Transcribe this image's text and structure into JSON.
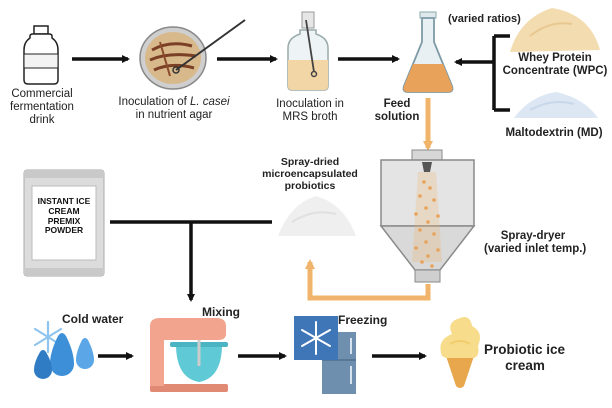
{
  "labels": {
    "drink_l1": "Commercial",
    "drink_l2": "fermentation",
    "drink_l3": "drink",
    "inoc_agar_l1_a": "Inoculation of ",
    "inoc_agar_l1_b": "L. casei",
    "inoc_agar_l2": "in nutrient agar",
    "inoc_mrs_l1": "Inoculation in",
    "inoc_mrs_l2": "MRS broth",
    "feed_l1": "Feed",
    "feed_l2": "solution",
    "varied_ratios": "(varied ratios)",
    "wpc_l1": "Whey Protein",
    "wpc_l2": "Concentrate (WPC)",
    "md": "Maltodextrin (MD)",
    "spray_prob_l1": "Spray-dried",
    "spray_prob_l2": "microencapsulated",
    "spray_prob_l3": "probiotics",
    "dryer_l1": "Spray-dryer",
    "dryer_l2": "(varied inlet temp.)",
    "premix_l1": "INSTANT ICE",
    "premix_l2": "CREAM",
    "premix_l3": "PREMIX",
    "premix_l4": "POWDER",
    "cold_water": "Cold water",
    "mixing": "Mixing",
    "freezing": "Freezing",
    "icecream_l1": "Probiotic ice",
    "icecream_l2": "cream"
  },
  "colors": {
    "arrow": "#111111",
    "orange_arrow": "#f0b46a",
    "broth": "#e8a25a",
    "mixer": "#f2a48e",
    "fridge": "#6f8fae",
    "water": "#3d8fd8",
    "icecream": "#f7dc8c",
    "cone": "#e8a74c"
  }
}
